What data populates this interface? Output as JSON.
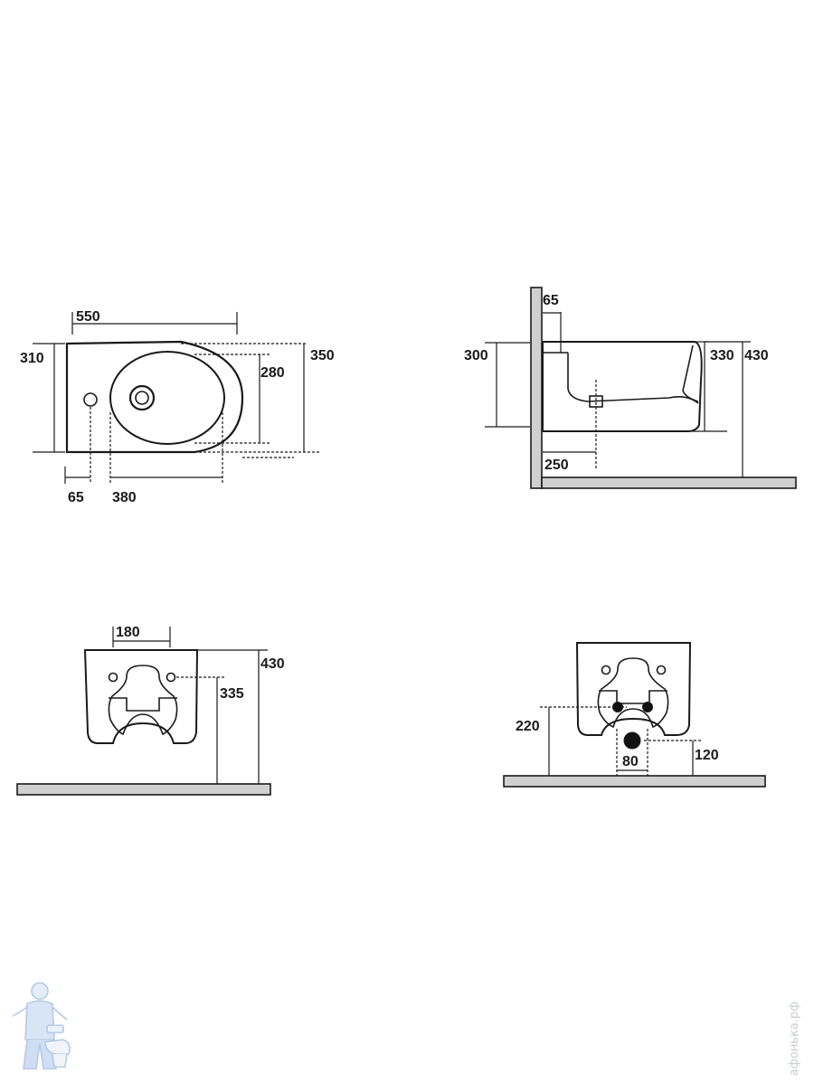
{
  "top_view": {
    "length": "550",
    "width_left": "310",
    "bowl_width": "280",
    "width_total": "350",
    "tap_offset": "65",
    "bowl_length": "380"
  },
  "side_view": {
    "wall_gap": "65",
    "height_left": "300",
    "bowl_height": "330",
    "top_height": "430",
    "drain_offset": "250"
  },
  "rear_view": {
    "bolt_spacing": "180",
    "top_height": "430",
    "bolt_height": "335"
  },
  "front_view": {
    "inlet_height": "220",
    "drain_width": "80",
    "drain_height": "120"
  },
  "watermark": {
    "text": "афонька.рф",
    "mascot": "plumber-mascot-icon"
  }
}
